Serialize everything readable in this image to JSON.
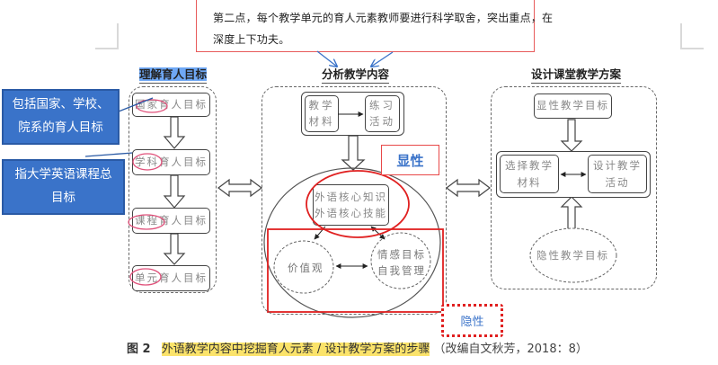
{
  "note": {
    "lines": [
      "第二点，每个教学单元的育人元素教师要进行科学取舍，突出重点，在",
      "深度上下功夫。"
    ]
  },
  "diagram": {
    "left": {
      "title": "理解育人目标",
      "boxes": [
        "国家育人目标",
        "学科育人目标",
        "课程育人目标",
        "单元育人目标"
      ]
    },
    "middle": {
      "title": "分析教学内容",
      "materials": "教学材料",
      "practice": "练习活动",
      "core": [
        "外语核心知识",
        "外语核心技能"
      ],
      "values": "价值观",
      "emotion": [
        "情感目标",
        "自我管理"
      ]
    },
    "right": {
      "title": "设计课堂教学方案",
      "explicit_goal": "显性教学目标",
      "select_materials": "选择教学材料",
      "design_activities": "设计教学活动",
      "implicit_goal": "隐性教学目标"
    }
  },
  "annotations": {
    "callout_1": [
      "包括国家、学校、",
      "院系的育人目标"
    ],
    "callout_2": [
      "指大学英语课程总",
      "目标"
    ],
    "explicit_tag": "显性",
    "implicit_tag": "隐性"
  },
  "caption": {
    "fig_label": "图 2",
    "title": "外语教学内容中挖掘育人元素 / 设计教学方案的步骤",
    "source": "（改编自文秋芳，2018：8）"
  },
  "colors": {
    "callout_blue": "#3a73c9",
    "annotation_red": "#e02020",
    "highlight_yellow": "#fbe36a"
  }
}
